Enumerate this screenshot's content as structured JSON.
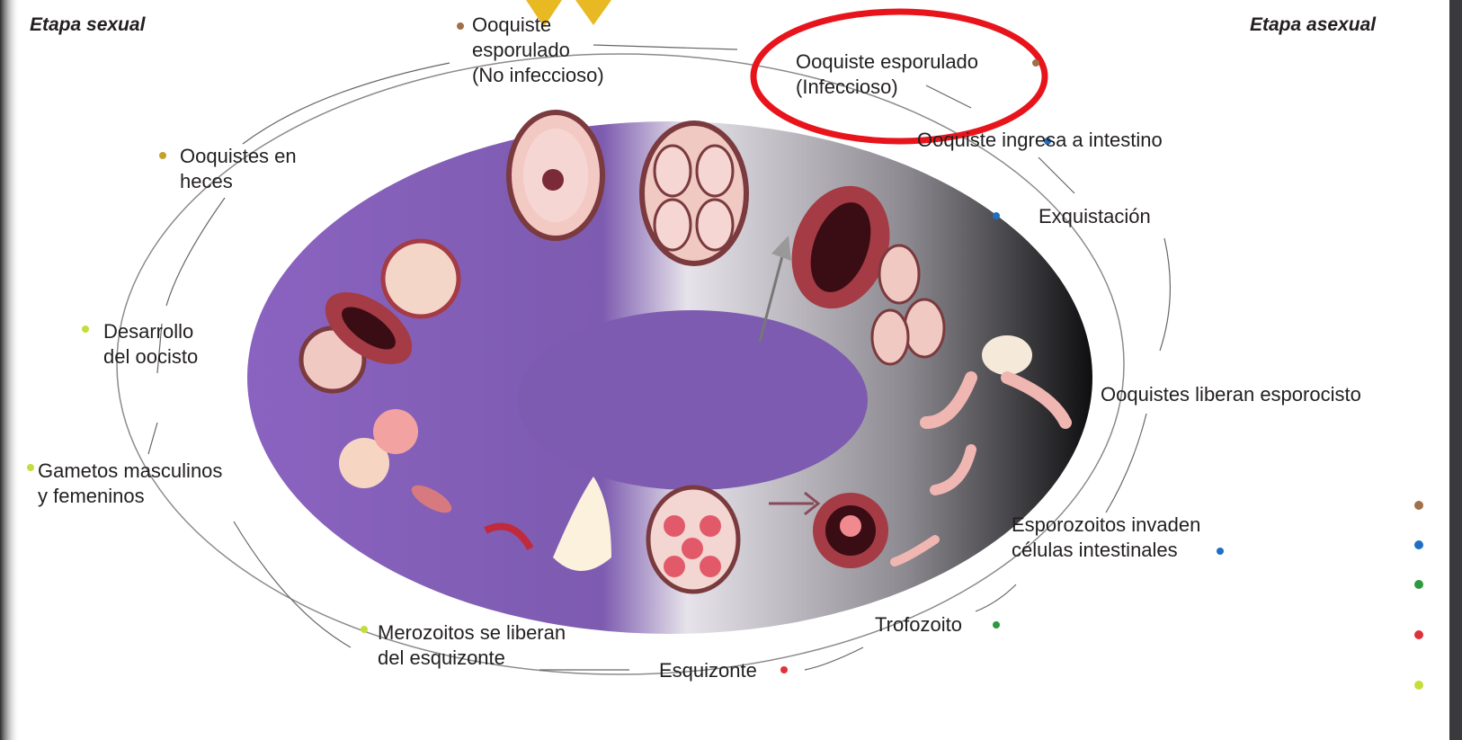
{
  "headers": {
    "sexual": "Etapa sexual",
    "asexual": "Etapa asexual"
  },
  "labels": {
    "ooquiste_no_infeccioso": [
      "Ooquiste",
      "esporulado",
      "(No infeccioso)"
    ],
    "ooquiste_infeccioso": [
      "Ooquiste esporulado",
      "(Infeccioso)"
    ],
    "ooquiste_intestino": "Ooquiste ingresa a intestino",
    "exquistacion": "Exquistación",
    "liberan_esporocistos": "Ooquistes liberan esporocisto",
    "esporozoitos": [
      "Esporozoitos invaden",
      "células intestinales"
    ],
    "trofozoito": "Trofozoito",
    "esquizonte": "Esquizonte",
    "merozoitos": [
      "Merozoitos se liberan",
      "del esquizonte"
    ],
    "gametos": [
      "Gametos masculinos",
      "y femeninos"
    ],
    "desarrollo": [
      "Desarrollo",
      "del oocisto"
    ],
    "heces": [
      "Ooquistes en",
      "heces"
    ]
  },
  "colors": {
    "brown": "#a0704a",
    "blue": "#1f6fc4",
    "green": "#2e9a3e",
    "red": "#e0313a",
    "yellow": "#c6dc3c",
    "purple": "#7d5bb0",
    "highlight": "#e8141c"
  }
}
